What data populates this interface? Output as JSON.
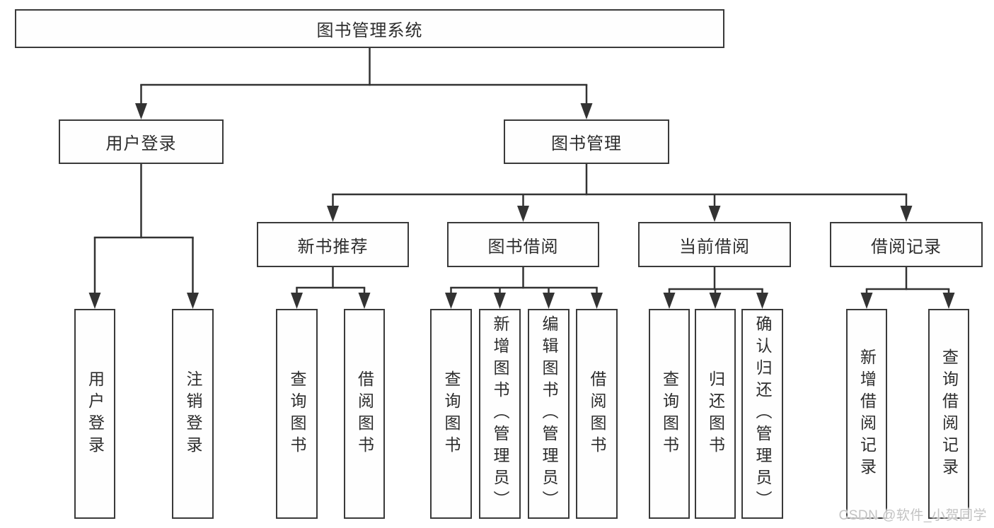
{
  "tree": {
    "label": "图书管理系统",
    "children": [
      {
        "label": "用户登录",
        "children": [
          {
            "label": "用户登录"
          },
          {
            "label": "注销登录"
          }
        ]
      },
      {
        "label": "图书管理",
        "children": [
          {
            "label": "新书推荐",
            "children": [
              {
                "label": "查询图书"
              },
              {
                "label": "借阅图书"
              }
            ]
          },
          {
            "label": "图书借阅",
            "children": [
              {
                "label": "查询图书"
              },
              {
                "label": "新增图书（管理员）"
              },
              {
                "label": "编辑图书（管理员）"
              },
              {
                "label": "借阅图书"
              }
            ]
          },
          {
            "label": "当前借阅",
            "children": [
              {
                "label": "查询图书"
              },
              {
                "label": "归还图书"
              },
              {
                "label": "确认归还（管理员）"
              }
            ]
          },
          {
            "label": "借阅记录",
            "children": [
              {
                "label": "新增借阅记录"
              },
              {
                "label": "查询借阅记录"
              }
            ]
          }
        ]
      }
    ]
  },
  "colors": {
    "line": "#333333",
    "box_border": "#3a3a3a",
    "text": "#2d2d2d",
    "watermark": "#c3c3c3",
    "background": "#ffffff"
  },
  "watermark": {
    "text": "CSDN @软件_小贺同学"
  }
}
